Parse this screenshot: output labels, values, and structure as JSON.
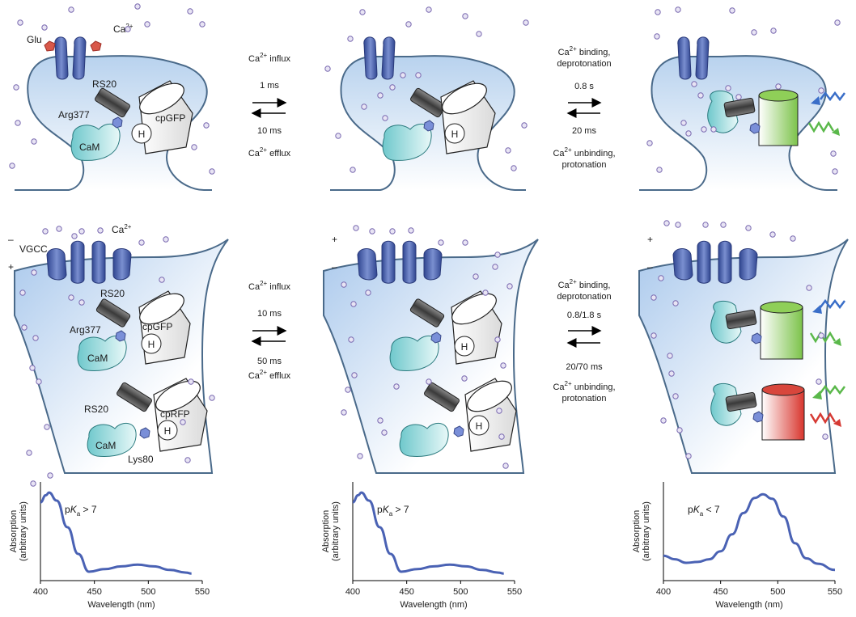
{
  "labels": {
    "glu": "Glu",
    "ca": "Ca",
    "ca_sup": "2+",
    "vgcc": "VGCC",
    "rs20": "RS20",
    "arg377": "Arg377",
    "lys80": "Lys80",
    "cam": "CaM",
    "cpgfp": "cpGFP",
    "cprfp": "cpRFP",
    "h": "H",
    "minus": "–",
    "plus": "+"
  },
  "row1": {
    "step1": {
      "top": "influx",
      "rate_fwd": "1 ms",
      "rate_rev": "10 ms",
      "bottom": "efflux"
    },
    "step2": {
      "top1": "binding,",
      "top2": "deprotonation",
      "rate_fwd": "0.8 s",
      "rate_rev": "20 ms",
      "bottom1": "unbinding,",
      "bottom2": "protonation"
    }
  },
  "row2": {
    "step1": {
      "top": "influx",
      "rate_fwd": "10 ms",
      "rate_rev": "50 ms",
      "bottom": "efflux"
    },
    "step2": {
      "top1": "binding,",
      "top2": "deprotonation",
      "rate_fwd": "0.8/1.8 s",
      "rate_rev": "20/70 ms",
      "bottom1": "unbinding,",
      "bottom2": "protonation"
    }
  },
  "colors": {
    "channel": "#4a5fa8",
    "membrane": "#4a6a8a",
    "cytosol": "#cfe0f2",
    "ion_fill": "#e8e4f4",
    "ion_stroke": "#7a6ab0",
    "glu": "#d8584a",
    "cam": "#7fd0d4",
    "rs20": "#555555",
    "barrel": "#eeeeee",
    "green_barrel": "#8fcf58",
    "red_barrel": "#d8463c",
    "curve": "#4a62b4",
    "arrow_blue": "#3a6ec8",
    "arrow_green": "#5ab84a",
    "arrow_red": "#d63a34"
  },
  "chart_data": [
    {
      "type": "line",
      "annotation": {
        "p": "p",
        "K": "K",
        "sub": "a",
        "rel": "> 7"
      },
      "xlabel": "Wavelength (nm)",
      "ylabel_line1": "Absorption",
      "ylabel_line2": "(arbitrary units)",
      "xlim": [
        400,
        550
      ],
      "xticks": [
        "400",
        "450",
        "500",
        "550"
      ],
      "series": [
        {
          "x": [
            400,
            405,
            408,
            415,
            425,
            435,
            445,
            460,
            475,
            490,
            505,
            520,
            535,
            540
          ],
          "y": [
            0.88,
            0.96,
            0.99,
            0.9,
            0.6,
            0.3,
            0.1,
            0.13,
            0.16,
            0.18,
            0.16,
            0.12,
            0.09,
            0.08
          ]
        }
      ]
    },
    {
      "type": "line",
      "annotation": {
        "p": "p",
        "K": "K",
        "sub": "a",
        "rel": "> 7"
      },
      "xlabel": "Wavelength (nm)",
      "ylabel_line1": "Absorption",
      "ylabel_line2": "(arbitrary units)",
      "xlim": [
        400,
        550
      ],
      "xticks": [
        "400",
        "450",
        "500",
        "550"
      ],
      "series": [
        {
          "x": [
            400,
            405,
            408,
            415,
            425,
            435,
            445,
            460,
            475,
            490,
            505,
            520,
            535,
            540
          ],
          "y": [
            0.88,
            0.96,
            0.99,
            0.9,
            0.6,
            0.3,
            0.1,
            0.13,
            0.16,
            0.18,
            0.16,
            0.12,
            0.09,
            0.08
          ]
        }
      ]
    },
    {
      "type": "line",
      "annotation": {
        "p": "p",
        "K": "K",
        "sub": "a",
        "rel": "< 7"
      },
      "xlabel": "Wavelength (nm)",
      "ylabel_line1": "Absorption",
      "ylabel_line2": "(arbitrary units)",
      "xlim": [
        400,
        550
      ],
      "xticks": [
        "400",
        "450",
        "500",
        "550"
      ],
      "series": [
        {
          "x": [
            400,
            410,
            420,
            430,
            440,
            450,
            460,
            470,
            480,
            487,
            495,
            505,
            515,
            525,
            535,
            550
          ],
          "y": [
            0.28,
            0.24,
            0.2,
            0.21,
            0.24,
            0.33,
            0.52,
            0.76,
            0.93,
            0.97,
            0.92,
            0.72,
            0.42,
            0.25,
            0.19,
            0.12
          ]
        }
      ]
    }
  ]
}
